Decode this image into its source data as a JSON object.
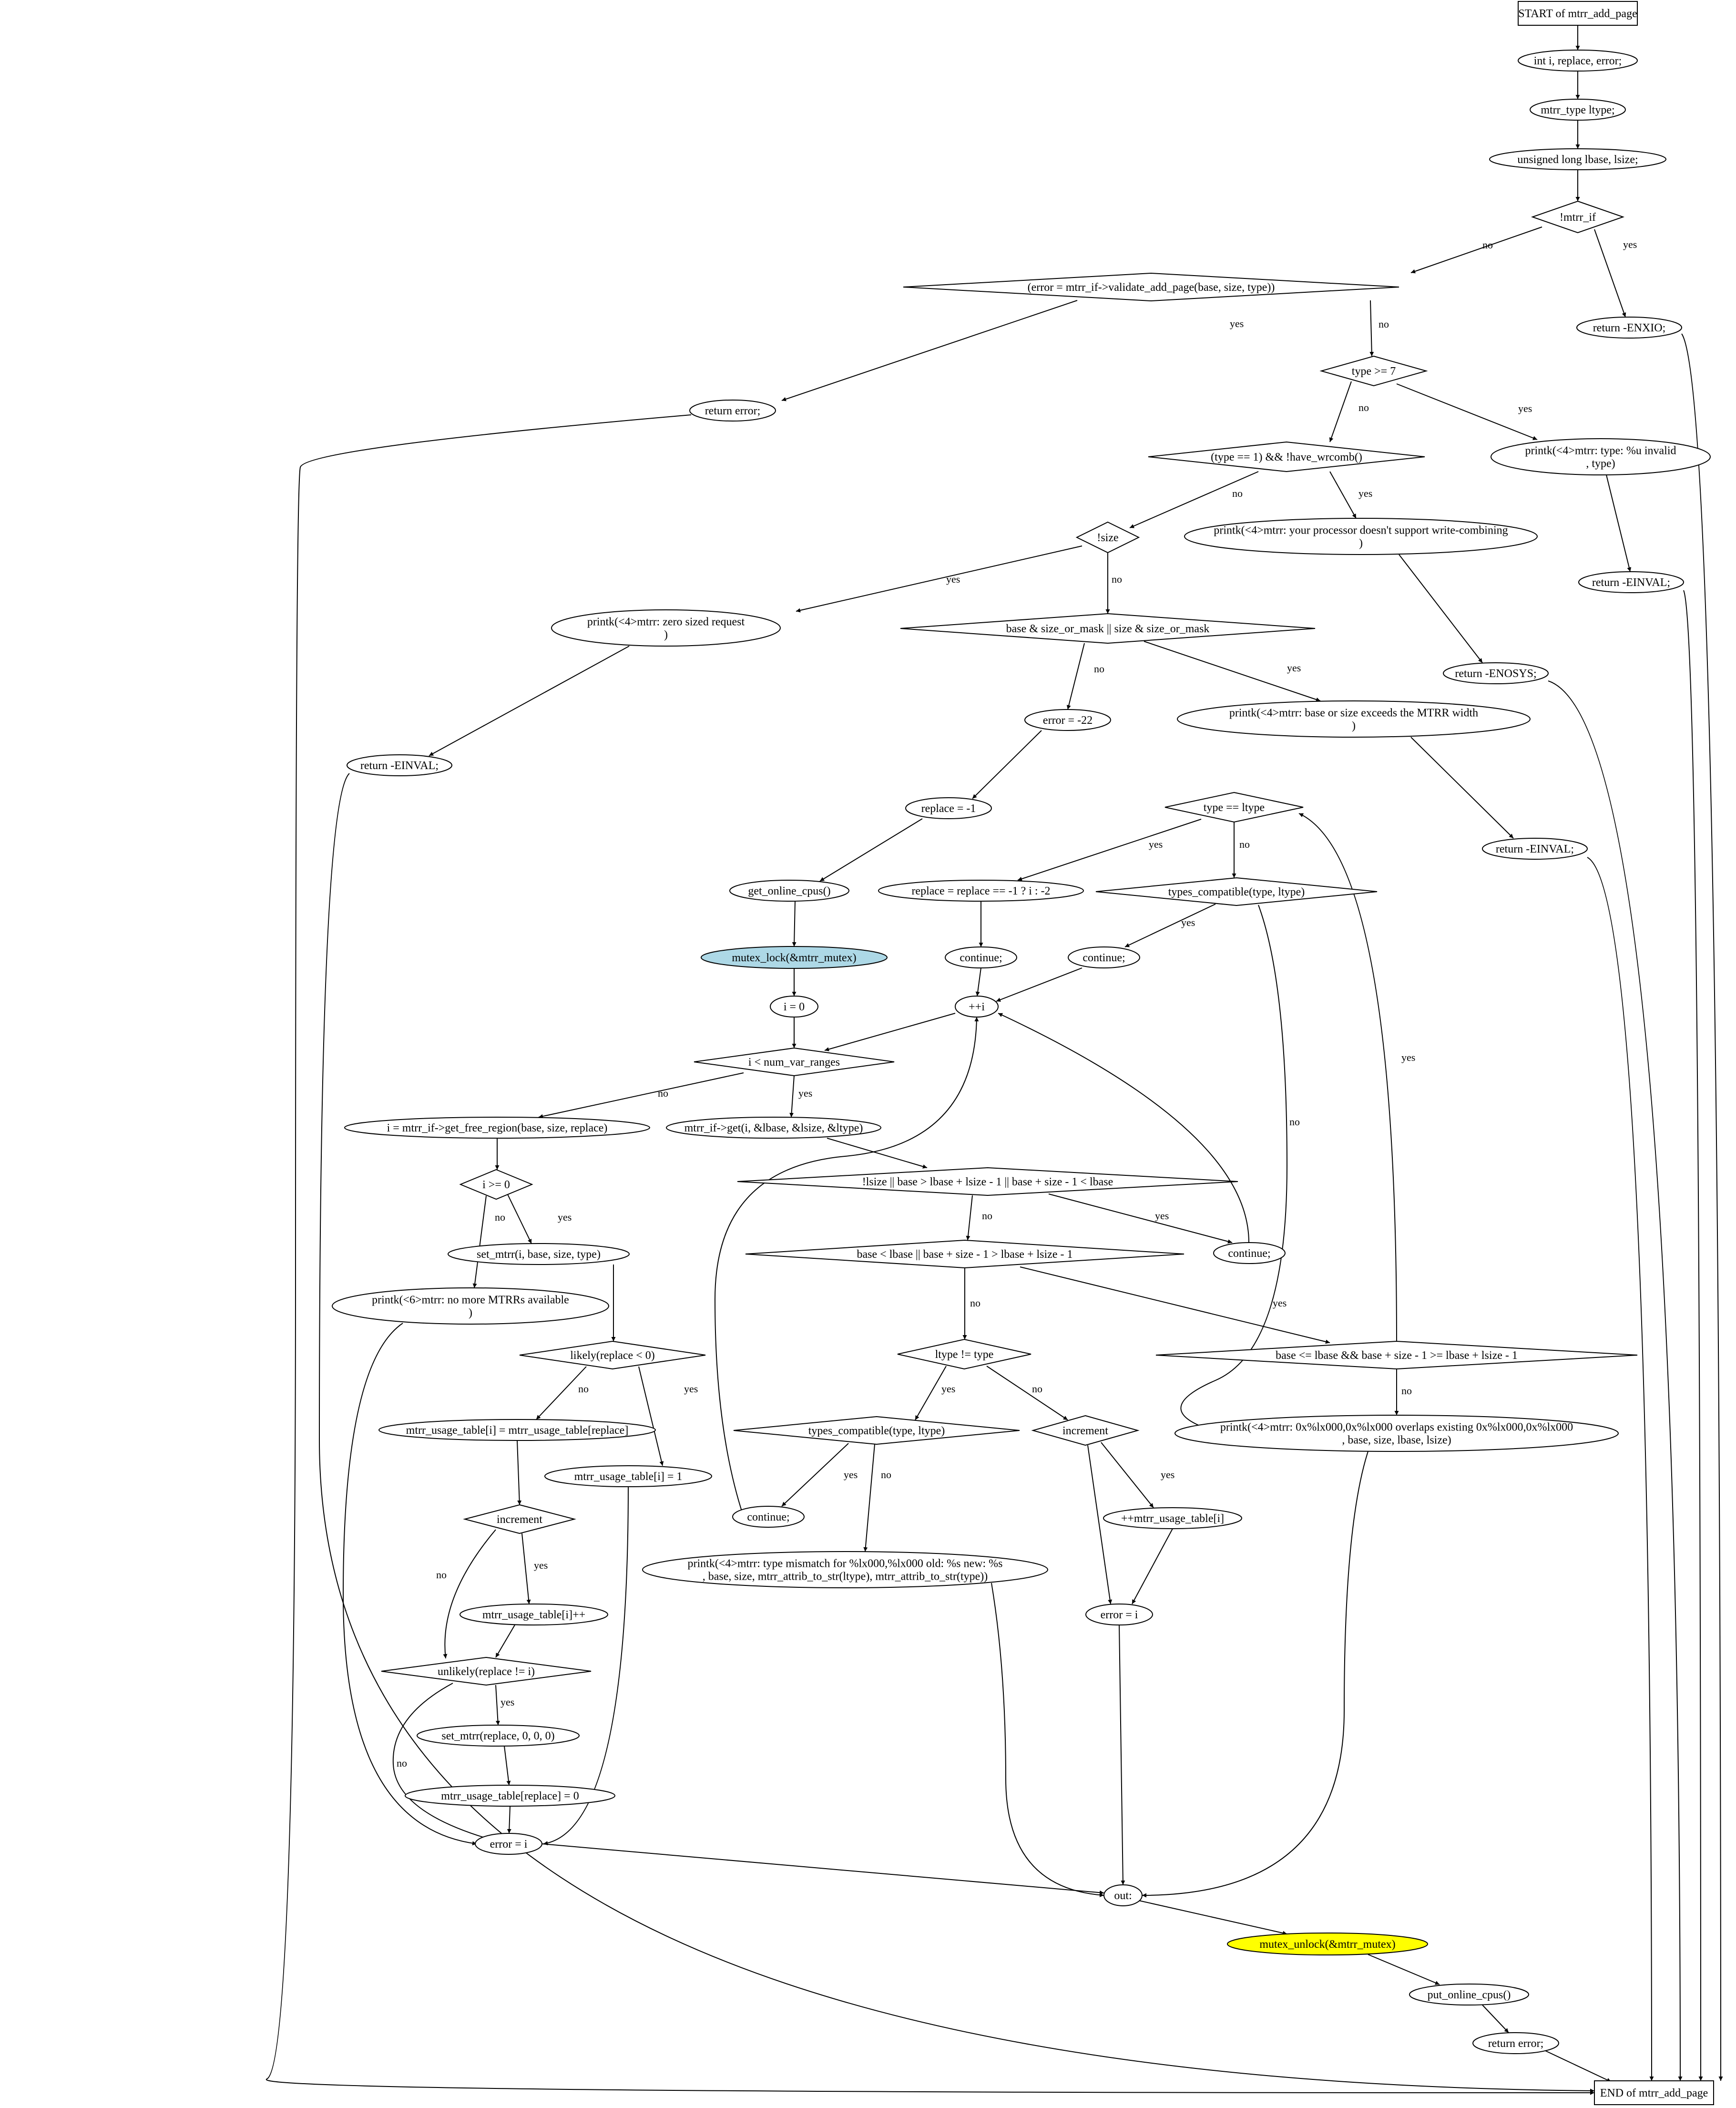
{
  "diagram": {
    "nodes": [
      {
        "id": "start",
        "shape": "rect",
        "lines": [
          "START of mtrr_add_page"
        ]
      },
      {
        "id": "n1",
        "shape": "ellipse",
        "lines": [
          "int i, replace, error;"
        ]
      },
      {
        "id": "n2",
        "shape": "ellipse",
        "lines": [
          "mtrr_type ltype;"
        ]
      },
      {
        "id": "n3",
        "shape": "ellipse",
        "lines": [
          "unsigned long lbase, lsize;"
        ]
      },
      {
        "id": "d1",
        "shape": "diamond",
        "lines": [
          "!mtrr_if"
        ]
      },
      {
        "id": "enxio",
        "shape": "ellipse",
        "lines": [
          "return -ENXIO;"
        ]
      },
      {
        "id": "d2",
        "shape": "diamond",
        "lines": [
          "(error = mtrr_if->validate_add_page(base, size, type))"
        ]
      },
      {
        "id": "reterr1",
        "shape": "ellipse",
        "lines": [
          "return error;"
        ]
      },
      {
        "id": "d3",
        "shape": "diamond",
        "lines": [
          "type >= 7"
        ]
      },
      {
        "id": "ptype",
        "shape": "ellipse",
        "lines": [
          "printk(<4>mtrr: type: %u invalid",
          ", type)"
        ]
      },
      {
        "id": "einval1",
        "shape": "ellipse",
        "lines": [
          "return -EINVAL;"
        ]
      },
      {
        "id": "d4",
        "shape": "diamond",
        "lines": [
          "(type == 1) && !have_wrcomb()"
        ]
      },
      {
        "id": "pwc",
        "shape": "ellipse",
        "lines": [
          "printk(<4>mtrr: your processor doesn't support write-combining",
          ")"
        ]
      },
      {
        "id": "enosys",
        "shape": "ellipse",
        "lines": [
          "return -ENOSYS;"
        ]
      },
      {
        "id": "d5",
        "shape": "diamond",
        "lines": [
          "!size"
        ]
      },
      {
        "id": "pzero",
        "shape": "ellipse",
        "lines": [
          "printk(<4>mtrr: zero sized request",
          ")"
        ]
      },
      {
        "id": "einval2",
        "shape": "ellipse",
        "lines": [
          "return -EINVAL;"
        ]
      },
      {
        "id": "d6",
        "shape": "diamond",
        "lines": [
          "base & size_or_mask || size & size_or_mask"
        ]
      },
      {
        "id": "pexc",
        "shape": "ellipse",
        "lines": [
          "printk(<4>mtrr: base or size exceeds the MTRR width",
          ")"
        ]
      },
      {
        "id": "einval3",
        "shape": "ellipse",
        "lines": [
          "return -EINVAL;"
        ]
      },
      {
        "id": "err22",
        "shape": "ellipse",
        "lines": [
          "error = -22"
        ]
      },
      {
        "id": "rep1",
        "shape": "ellipse",
        "lines": [
          "replace = -1"
        ]
      },
      {
        "id": "getcpu",
        "shape": "ellipse",
        "lines": [
          "get_online_cpus()"
        ]
      },
      {
        "id": "mlock",
        "shape": "ellipse",
        "fill": "#add8e6",
        "lines": [
          "mutex_lock(&mtrr_mutex)"
        ]
      },
      {
        "id": "i0",
        "shape": "ellipse",
        "lines": [
          "i = 0"
        ]
      },
      {
        "id": "d7",
        "shape": "diamond",
        "lines": [
          "i < num_var_ranges"
        ]
      },
      {
        "id": "getfree",
        "shape": "ellipse",
        "lines": [
          "i = mtrr_if->get_free_region(base, size, replace)"
        ]
      },
      {
        "id": "mget",
        "shape": "ellipse",
        "lines": [
          "mtrr_if->get(i, &lbase, &lsize, &ltype)"
        ]
      },
      {
        "id": "d8",
        "shape": "diamond",
        "lines": [
          "type == ltype"
        ]
      },
      {
        "id": "repq",
        "shape": "ellipse",
        "lines": [
          "replace = replace == -1 ? i : -2"
        ]
      },
      {
        "id": "d9",
        "shape": "diamond",
        "lines": [
          "types_compatible(type, ltype)"
        ]
      },
      {
        "id": "cont1",
        "shape": "ellipse",
        "lines": [
          "continue;"
        ]
      },
      {
        "id": "cont2",
        "shape": "ellipse",
        "lines": [
          "continue;"
        ]
      },
      {
        "id": "inc",
        "shape": "ellipse",
        "lines": [
          "++i"
        ]
      },
      {
        "id": "d10",
        "shape": "diamond",
        "lines": [
          "!lsize || base > lbase + lsize - 1 || base + size - 1 < lbase"
        ]
      },
      {
        "id": "cont3",
        "shape": "ellipse",
        "lines": [
          "continue;"
        ]
      },
      {
        "id": "d11",
        "shape": "diamond",
        "lines": [
          "base < lbase || base + size - 1 > lbase + lsize - 1"
        ]
      },
      {
        "id": "d12",
        "shape": "diamond",
        "lines": [
          "base <= lbase && base + size - 1 >= lbase + lsize - 1"
        ]
      },
      {
        "id": "povl",
        "shape": "ellipse",
        "lines": [
          "printk(<4>mtrr: 0x%lx000,0x%lx000 overlaps existing 0x%lx000,0x%lx000",
          ", base, size, lbase, lsize)"
        ]
      },
      {
        "id": "d13",
        "shape": "diamond",
        "lines": [
          "ltype != type"
        ]
      },
      {
        "id": "d14",
        "shape": "diamond",
        "lines": [
          "types_compatible(type, ltype)"
        ]
      },
      {
        "id": "cont4",
        "shape": "ellipse",
        "lines": [
          "continue;"
        ]
      },
      {
        "id": "pmis",
        "shape": "ellipse",
        "lines": [
          "printk(<4>mtrr: type mismatch for %lx000,%lx000 old: %s new: %s",
          ", base, size, mtrr_attrib_to_str(ltype), mtrr_attrib_to_str(type))"
        ]
      },
      {
        "id": "d15",
        "shape": "diamond",
        "lines": [
          "increment"
        ]
      },
      {
        "id": "inctab",
        "shape": "ellipse",
        "lines": [
          "++mtrr_usage_table[i]"
        ]
      },
      {
        "id": "erri2",
        "shape": "ellipse",
        "lines": [
          "error = i"
        ]
      },
      {
        "id": "d16",
        "shape": "diamond",
        "lines": [
          "i >= 0"
        ]
      },
      {
        "id": "setm",
        "shape": "ellipse",
        "lines": [
          "set_mtrr(i, base, size, type)"
        ]
      },
      {
        "id": "pnomore",
        "shape": "ellipse",
        "lines": [
          "printk(<6>mtrr: no more MTRRs available",
          ")"
        ]
      },
      {
        "id": "d17",
        "shape": "diamond",
        "lines": [
          "likely(replace < 0)"
        ]
      },
      {
        "id": "ut1",
        "shape": "ellipse",
        "lines": [
          "mtrr_usage_table[i] = mtrr_usage_table[replace]"
        ]
      },
      {
        "id": "ut2",
        "shape": "ellipse",
        "lines": [
          "mtrr_usage_table[i] = 1"
        ]
      },
      {
        "id": "d18",
        "shape": "diamond",
        "lines": [
          "increment"
        ]
      },
      {
        "id": "utpp",
        "shape": "ellipse",
        "lines": [
          "mtrr_usage_table[i]++"
        ]
      },
      {
        "id": "d19",
        "shape": "diamond",
        "lines": [
          "unlikely(replace != i)"
        ]
      },
      {
        "id": "setm0",
        "shape": "ellipse",
        "lines": [
          "set_mtrr(replace, 0, 0, 0)"
        ]
      },
      {
        "id": "ut0",
        "shape": "ellipse",
        "lines": [
          "mtrr_usage_table[replace] = 0"
        ]
      },
      {
        "id": "erri1",
        "shape": "ellipse",
        "lines": [
          "error = i"
        ]
      },
      {
        "id": "out",
        "shape": "ellipse",
        "lines": [
          "out:"
        ]
      },
      {
        "id": "munlock",
        "shape": "ellipse",
        "fill": "#ffff00",
        "lines": [
          "mutex_unlock(&mtrr_mutex)"
        ]
      },
      {
        "id": "putcpu",
        "shape": "ellipse",
        "lines": [
          "put_online_cpus()"
        ]
      },
      {
        "id": "reterr2",
        "shape": "ellipse",
        "lines": [
          "return error;"
        ]
      },
      {
        "id": "end",
        "shape": "rect",
        "lines": [
          "END of mtrr_add_page"
        ]
      }
    ],
    "edges": [
      {
        "from": "start",
        "to": "n1"
      },
      {
        "from": "n1",
        "to": "n2"
      },
      {
        "from": "n2",
        "to": "n3"
      },
      {
        "from": "n3",
        "to": "d1"
      },
      {
        "from": "d1",
        "to": "d2",
        "label": "no"
      },
      {
        "from": "d1",
        "to": "enxio",
        "label": "yes"
      },
      {
        "from": "enxio",
        "to": "end"
      },
      {
        "from": "d2",
        "to": "reterr1",
        "label": "yes"
      },
      {
        "from": "d2",
        "to": "d3",
        "label": "no"
      },
      {
        "from": "reterr1",
        "to": "end"
      },
      {
        "from": "d3",
        "to": "d4",
        "label": "no"
      },
      {
        "from": "d3",
        "to": "ptype",
        "label": "yes"
      },
      {
        "from": "ptype",
        "to": "einval1"
      },
      {
        "from": "einval1",
        "to": "end"
      },
      {
        "from": "d4",
        "to": "d5",
        "label": "no"
      },
      {
        "from": "d4",
        "to": "pwc",
        "label": "yes"
      },
      {
        "from": "pwc",
        "to": "enosys"
      },
      {
        "from": "enosys",
        "to": "end"
      },
      {
        "from": "d5",
        "to": "pzero",
        "label": "yes"
      },
      {
        "from": "d5",
        "to": "d6",
        "label": "no"
      },
      {
        "from": "pzero",
        "to": "einval2"
      },
      {
        "from": "einval2",
        "to": "end"
      },
      {
        "from": "d6",
        "to": "err22",
        "label": "no"
      },
      {
        "from": "d6",
        "to": "pexc",
        "label": "yes"
      },
      {
        "from": "pexc",
        "to": "einval3"
      },
      {
        "from": "einval3",
        "to": "end"
      },
      {
        "from": "err22",
        "to": "rep1"
      },
      {
        "from": "rep1",
        "to": "getcpu"
      },
      {
        "from": "getcpu",
        "to": "mlock"
      },
      {
        "from": "mlock",
        "to": "i0"
      },
      {
        "from": "i0",
        "to": "d7"
      },
      {
        "from": "d7",
        "to": "getfree",
        "label": "no"
      },
      {
        "from": "d7",
        "to": "mget",
        "label": "yes"
      },
      {
        "from": "mget",
        "to": "d10"
      },
      {
        "from": "d10",
        "to": "d11",
        "label": "no"
      },
      {
        "from": "d10",
        "to": "cont3",
        "label": "yes"
      },
      {
        "from": "cont3",
        "to": "inc"
      },
      {
        "from": "d11",
        "to": "d13",
        "label": "no"
      },
      {
        "from": "d11",
        "to": "d12",
        "label": "yes"
      },
      {
        "from": "d12",
        "to": "d8",
        "label": "yes"
      },
      {
        "from": "d12",
        "to": "povl",
        "label": "no"
      },
      {
        "from": "d8",
        "to": "repq",
        "label": "yes"
      },
      {
        "from": "d8",
        "to": "d9",
        "label": "no"
      },
      {
        "from": "repq",
        "to": "cont1"
      },
      {
        "from": "cont1",
        "to": "inc"
      },
      {
        "from": "d9",
        "to": "cont2",
        "label": "yes"
      },
      {
        "from": "d9",
        "to": "povl",
        "label": "no"
      },
      {
        "from": "cont2",
        "to": "inc"
      },
      {
        "from": "inc",
        "to": "d7"
      },
      {
        "from": "povl",
        "to": "out"
      },
      {
        "from": "d13",
        "to": "d14",
        "label": "yes"
      },
      {
        "from": "d13",
        "to": "d15",
        "label": "no"
      },
      {
        "from": "d14",
        "to": "cont4",
        "label": "yes"
      },
      {
        "from": "d14",
        "to": "pmis",
        "label": "no"
      },
      {
        "from": "cont4",
        "to": "inc"
      },
      {
        "from": "pmis",
        "to": "out"
      },
      {
        "from": "d15",
        "to": "inctab",
        "label": "yes"
      },
      {
        "from": "d15",
        "to": "erri2",
        "label": "no"
      },
      {
        "from": "inctab",
        "to": "erri2"
      },
      {
        "from": "erri2",
        "to": "out"
      },
      {
        "from": "getfree",
        "to": "d16"
      },
      {
        "from": "d16",
        "to": "setm",
        "label": "yes"
      },
      {
        "from": "d16",
        "to": "pnomore",
        "label": "no"
      },
      {
        "from": "pnomore",
        "to": "erri1"
      },
      {
        "from": "setm",
        "to": "d17"
      },
      {
        "from": "d17",
        "to": "ut1",
        "label": "no"
      },
      {
        "from": "d17",
        "to": "ut2",
        "label": "yes"
      },
      {
        "from": "ut1",
        "to": "d18"
      },
      {
        "from": "ut2",
        "to": "erri1"
      },
      {
        "from": "d18",
        "to": "utpp",
        "label": "yes"
      },
      {
        "from": "d18",
        "to": "d19",
        "label": "no"
      },
      {
        "from": "utpp",
        "to": "d19"
      },
      {
        "from": "d19",
        "to": "setm0",
        "label": "yes"
      },
      {
        "from": "d19",
        "to": "erri1",
        "label": "no"
      },
      {
        "from": "setm0",
        "to": "ut0"
      },
      {
        "from": "ut0",
        "to": "erri1"
      },
      {
        "from": "erri1",
        "to": "out"
      },
      {
        "from": "out",
        "to": "munlock"
      },
      {
        "from": "munlock",
        "to": "putcpu"
      },
      {
        "from": "putcpu",
        "to": "reterr2"
      },
      {
        "from": "reterr2",
        "to": "end"
      }
    ]
  }
}
